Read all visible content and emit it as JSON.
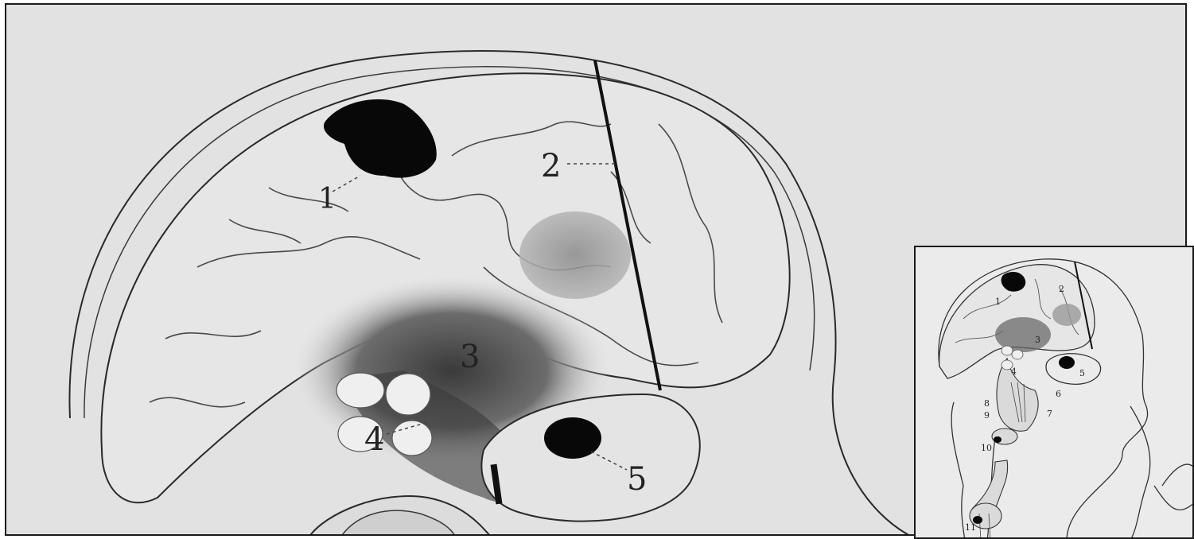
{
  "figure": {
    "main_labels": [
      "1",
      "2",
      "3",
      "4",
      "5"
    ],
    "inset_labels": [
      "1",
      "2",
      "3",
      "4",
      "5",
      "6",
      "7",
      "8",
      "9",
      "10",
      "11"
    ]
  },
  "colors": {
    "paper": "#e2e2e2",
    "ink": "#1a1a1a",
    "lesion_fill": "#080808",
    "shaded_region": "#9a9a9a"
  }
}
